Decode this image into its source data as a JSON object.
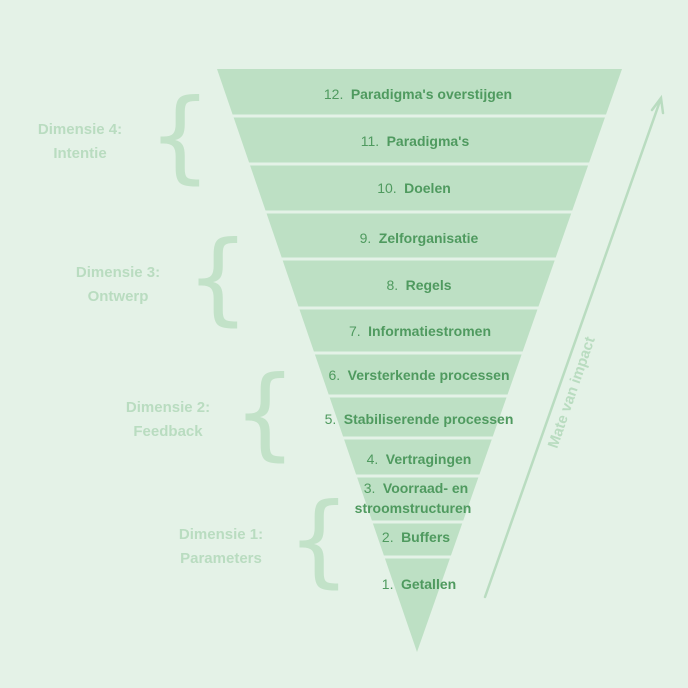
{
  "levels": [
    {
      "num": "12.",
      "name": "Paradigma's overstijgen"
    },
    {
      "num": "11.",
      "name": "Paradigma's"
    },
    {
      "num": "10.",
      "name": "Doelen"
    },
    {
      "num": "9.",
      "name": "Zelforganisatie"
    },
    {
      "num": "8.",
      "name": "Regels"
    },
    {
      "num": "7.",
      "name": "Informatiestromen"
    },
    {
      "num": "6.",
      "name": "Versterkende processen"
    },
    {
      "num": "5.",
      "name": "Stabiliserende processen"
    },
    {
      "num": "4.",
      "name": "Vertragingen"
    },
    {
      "num": "3.",
      "name": "Voorraad- en",
      "name2": "stroomstructuren"
    },
    {
      "num": "2.",
      "name": "Buffers"
    },
    {
      "num": "1.",
      "name": "Getallen"
    }
  ],
  "dimensions": [
    {
      "line1": "Dimensie 4:",
      "line2": "Intentie"
    },
    {
      "line1": "Dimensie 3:",
      "line2": "Ontwerp"
    },
    {
      "line1": "Dimensie 2:",
      "line2": "Feedback"
    },
    {
      "line1": "Dimensie 1:",
      "line2": "Parameters"
    }
  ],
  "impact_label": "Mate van impact",
  "colors": {
    "background": "#e4f2e7",
    "funnel": "#bde0c4",
    "separator": "#e4f2e7",
    "text": "#4f9a5f",
    "dimension_text": "#b9dcc0",
    "brace": "#c2e2c8",
    "arrow": "#b9dcc0"
  }
}
